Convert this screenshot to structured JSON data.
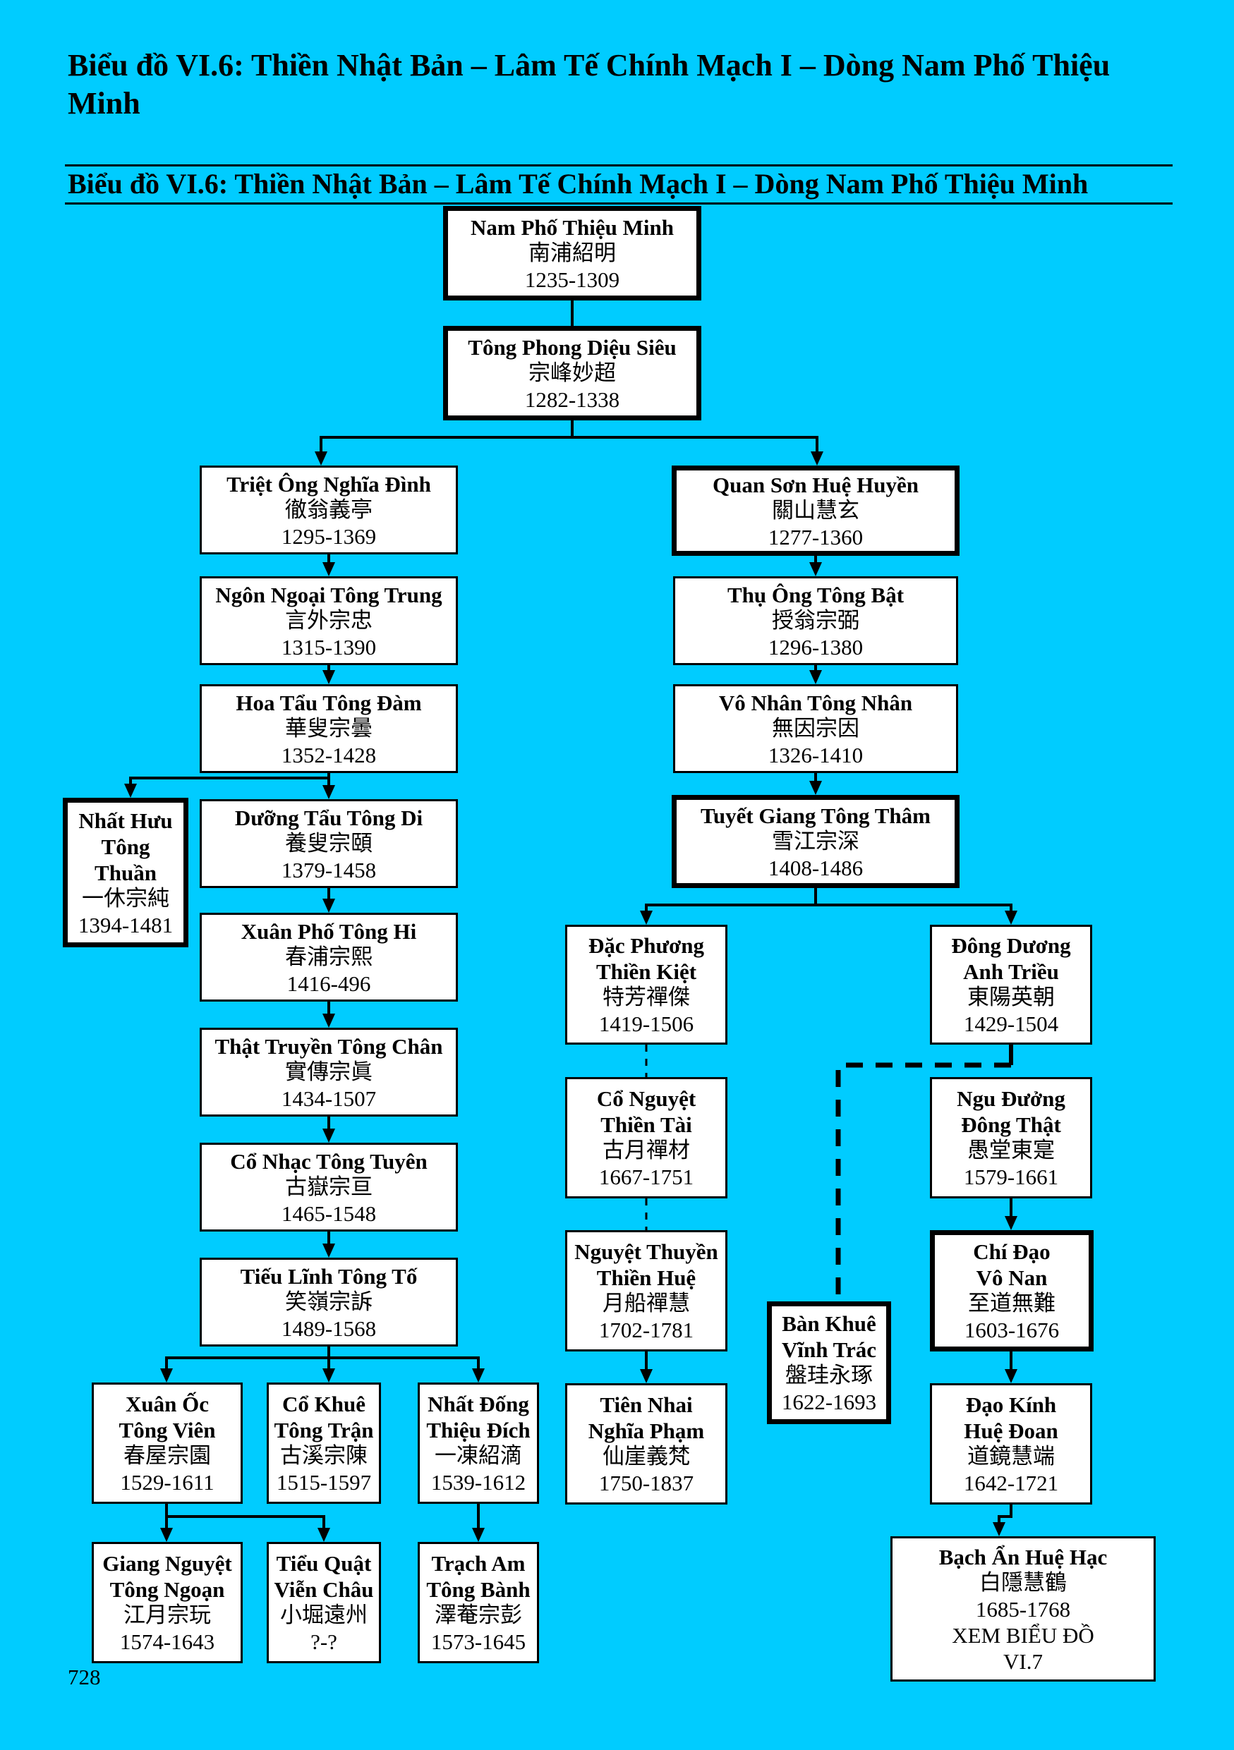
{
  "page": {
    "title": "Biểu đồ VI.6: Thiền Nhật Bản – Lâm Tế Chính Mạch I – Dòng Nam Phố Thiệu Minh",
    "chart_header": "Biểu đồ VI.6: Thiền Nhật Bản – Lâm Tế Chính Mạch I – Dòng Nam Phố Thiệu Minh",
    "page_number": "728",
    "colors": {
      "background": "#00ccff",
      "box_fill": "#ffffff",
      "line": "#000000"
    }
  },
  "nodes": {
    "nam_pho": {
      "name": "Nam Phố Thiệu Minh",
      "chinese": "南浦紹明",
      "years": "1235-1309",
      "emphasis": "thick"
    },
    "tong_phong": {
      "name": "Tông Phong Diệu Siêu",
      "chinese": "宗峰妙超",
      "years": "1282-1338",
      "emphasis": "thick"
    },
    "triet_ong": {
      "name": "Triệt Ông Nghĩa Đình",
      "chinese": "徹翁義亭",
      "years": "1295-1369"
    },
    "ngon_ngoai": {
      "name": "Ngôn Ngoại Tông Trung",
      "chinese": "言外宗忠",
      "years": "1315-1390"
    },
    "hoa_tau": {
      "name": "Hoa Tẩu Tông Đàm",
      "chinese": "華叟宗曇",
      "years": "1352-1428"
    },
    "nhat_huu": {
      "name": "Nhất Hưu Tông Thuần",
      "chinese": "一休宗純",
      "years": "1394-1481",
      "emphasis": "thick"
    },
    "duong_tau": {
      "name": "Dưỡng Tẩu Tông Di",
      "chinese": "養叟宗頤",
      "years": "1379-1458"
    },
    "xuan_pho": {
      "name": "Xuân Phố Tông Hi",
      "chinese": "春浦宗熙",
      "years": "1416-496"
    },
    "that_truyen": {
      "name": "Thật Truyền Tông Chân",
      "chinese": "實傳宗眞",
      "years": "1434-1507"
    },
    "co_nhac": {
      "name": "Cổ Nhạc Tông Tuyên",
      "chinese": "古嶽宗亘",
      "years": "1465-1548"
    },
    "tieu_linh": {
      "name": "Tiếu Lĩnh Tông Tố",
      "chinese": "笑嶺宗訴",
      "years": "1489-1568"
    },
    "xuan_oc": {
      "name": "Xuân Ốc Tông Viên",
      "chinese": "春屋宗園",
      "years": "1529-1611"
    },
    "co_khue": {
      "name": "Cổ Khuê Tông Trận",
      "chinese": "古溪宗陳",
      "years": "1515-1597"
    },
    "nhat_dong": {
      "name": "Nhất Đống Thiệu Đích",
      "chinese": "一凍紹滴",
      "years": "1539-1612"
    },
    "giang_nguyet": {
      "name": "Giang Nguyệt Tông Ngoạn",
      "chinese": "江月宗玩",
      "years": "1574-1643"
    },
    "tieu_quat": {
      "name": "Tiểu Quật Viễn Châu",
      "chinese": "小堀遠州",
      "years": "?-?"
    },
    "trach_am": {
      "name": "Trạch Am Tông Bành",
      "chinese": "澤菴宗彭",
      "years": "1573-1645"
    },
    "quan_son": {
      "name": "Quan Sơn Huệ Huyền",
      "chinese": "關山慧玄",
      "years": "1277-1360",
      "emphasis": "thick"
    },
    "thu_ong": {
      "name": "Thụ Ông Tông Bật",
      "chinese": "授翁宗弼",
      "years": "1296-1380"
    },
    "vo_nhan": {
      "name": "Vô Nhân Tông Nhân",
      "chinese": "無因宗因",
      "years": "1326-1410"
    },
    "tuyet_giang": {
      "name": "Tuyết Giang Tông Thâm",
      "chinese": "雪江宗深",
      "years": "1408-1486",
      "emphasis": "thick"
    },
    "dac_phuong": {
      "name": "Đặc Phương Thiền Kiệt",
      "chinese": "特芳禪傑",
      "years": "1419-1506"
    },
    "dong_duong": {
      "name": "Đông Dương Anh Triều",
      "chinese": "東陽英朝",
      "years": "1429-1504"
    },
    "co_nguyet": {
      "name": "Cổ Nguyệt Thiền Tài",
      "chinese": "古月禪材",
      "years": "1667-1751"
    },
    "nguyet_thuyen": {
      "name": "Nguyệt Thuyền Thiền Huệ",
      "chinese": "月船禪慧",
      "years": "1702-1781"
    },
    "tien_nhai": {
      "name": "Tiên Nhai Nghĩa Phạm",
      "chinese": "仙崖義梵",
      "years": "1750-1837"
    },
    "ngu_duong": {
      "name": "Ngu Đưởng Đông Thật",
      "chinese": "愚堂東寔",
      "years": "1579-1661"
    },
    "chi_dao": {
      "name": "Chí Đạo Vô Nan",
      "chinese": "至道無難",
      "years": "1603-1676",
      "emphasis": "thick"
    },
    "ban_khue": {
      "name": "Bàn Khuê Vĩnh Trác",
      "chinese": "盤珪永琢",
      "years": "1622-1693",
      "emphasis": "thick"
    },
    "dao_kinh": {
      "name": "Đạo Kính Huệ Đoan",
      "chinese": "道鏡慧端",
      "years": "1642-1721"
    },
    "bach_an": {
      "name": "Bạch Ẩn Huệ Hạc",
      "chinese": "白隱慧鶴",
      "years": "1685-1768",
      "note": "XEM BIỂU ĐỒ VI.7"
    }
  },
  "name_lines": {
    "nhat_huu": [
      "Nhất Hưu",
      "Tông",
      "Thuần"
    ],
    "dac_phuong": [
      "Đặc Phương",
      "Thiền Kiệt"
    ],
    "dong_duong": [
      "Đông Dương",
      "Anh Triều"
    ],
    "co_nguyet": [
      "Cổ Nguyệt",
      "Thiền Tài"
    ],
    "nguyet_thuyen": [
      "Nguyệt Thuyền",
      "Thiền Huệ"
    ],
    "tien_nhai": [
      "Tiên Nhai",
      "Nghĩa Phạm"
    ],
    "ngu_duong": [
      "Ngu Đưởng",
      "Đông Thật"
    ],
    "chi_dao": [
      "Chí Đạo",
      "Vô Nan"
    ],
    "ban_khue": [
      "Bàn Khuê",
      "Vĩnh Trác"
    ],
    "dao_kinh": [
      "Đạo Kính",
      "Huệ Đoan"
    ],
    "xuan_oc": [
      "Xuân Ốc",
      "Tông Viên"
    ],
    "co_khue": [
      "Cổ Khuê",
      "Tông Trận"
    ],
    "nhat_dong": [
      "Nhất Đống",
      "Thiệu Đích"
    ],
    "giang_nguyet": [
      "Giang Nguyệt",
      "Tông Ngoạn"
    ],
    "tieu_quat": [
      "Tiểu Quật",
      "Viễn Châu"
    ],
    "trach_am": [
      "Trạch Am",
      "Tông Bành"
    ],
    "bach_an_note": [
      "XEM BIỂU ĐỒ",
      "VI.7"
    ]
  },
  "edges": [
    {
      "from": "nam_pho",
      "to": "tong_phong",
      "style": "solid",
      "arrow": false
    },
    {
      "from": "tong_phong",
      "to": "triet_ong",
      "style": "solid",
      "arrow": true
    },
    {
      "from": "tong_phong",
      "to": "quan_son",
      "style": "solid",
      "arrow": true
    },
    {
      "from": "triet_ong",
      "to": "ngon_ngoai",
      "style": "solid",
      "arrow": true
    },
    {
      "from": "ngon_ngoai",
      "to": "hoa_tau",
      "style": "solid",
      "arrow": true
    },
    {
      "from": "hoa_tau",
      "to": "nhat_huu",
      "style": "solid",
      "arrow": true
    },
    {
      "from": "hoa_tau",
      "to": "duong_tau",
      "style": "solid",
      "arrow": true
    },
    {
      "from": "duong_tau",
      "to": "xuan_pho",
      "style": "solid",
      "arrow": true
    },
    {
      "from": "xuan_pho",
      "to": "that_truyen",
      "style": "solid",
      "arrow": true
    },
    {
      "from": "that_truyen",
      "to": "co_nhac",
      "style": "solid",
      "arrow": true
    },
    {
      "from": "co_nhac",
      "to": "tieu_linh",
      "style": "solid",
      "arrow": true
    },
    {
      "from": "tieu_linh",
      "to": "xuan_oc",
      "style": "solid",
      "arrow": true
    },
    {
      "from": "tieu_linh",
      "to": "co_khue",
      "style": "solid",
      "arrow": true
    },
    {
      "from": "tieu_linh",
      "to": "nhat_dong",
      "style": "solid",
      "arrow": true
    },
    {
      "from": "xuan_oc",
      "to": "giang_nguyet",
      "style": "solid",
      "arrow": true
    },
    {
      "from": "xuan_oc",
      "to": "tieu_quat",
      "style": "solid",
      "arrow": true
    },
    {
      "from": "nhat_dong",
      "to": "trach_am",
      "style": "solid",
      "arrow": true
    },
    {
      "from": "quan_son",
      "to": "thu_ong",
      "style": "solid",
      "arrow": true
    },
    {
      "from": "thu_ong",
      "to": "vo_nhan",
      "style": "solid",
      "arrow": true
    },
    {
      "from": "vo_nhan",
      "to": "tuyet_giang",
      "style": "solid",
      "arrow": true
    },
    {
      "from": "tuyet_giang",
      "to": "dac_phuong",
      "style": "solid",
      "arrow": true
    },
    {
      "from": "tuyet_giang",
      "to": "dong_duong",
      "style": "solid",
      "arrow": true
    },
    {
      "from": "dac_phuong",
      "to": "co_nguyet",
      "style": "dashed",
      "arrow": false
    },
    {
      "from": "co_nguyet",
      "to": "nguyet_thuyen",
      "style": "dashed",
      "arrow": false
    },
    {
      "from": "nguyet_thuyen",
      "to": "tien_nhai",
      "style": "solid",
      "arrow": true
    },
    {
      "from": "dong_duong",
      "to": "ngu_duong",
      "style": "dashed",
      "arrow": false
    },
    {
      "from": "dong_duong",
      "to": "ban_khue",
      "style": "dashed",
      "arrow": false
    },
    {
      "from": "ngu_duong",
      "to": "chi_dao",
      "style": "solid",
      "arrow": true
    },
    {
      "from": "chi_dao",
      "to": "dao_kinh",
      "style": "solid",
      "arrow": true
    },
    {
      "from": "dao_kinh",
      "to": "bach_an",
      "style": "solid",
      "arrow": true
    }
  ]
}
